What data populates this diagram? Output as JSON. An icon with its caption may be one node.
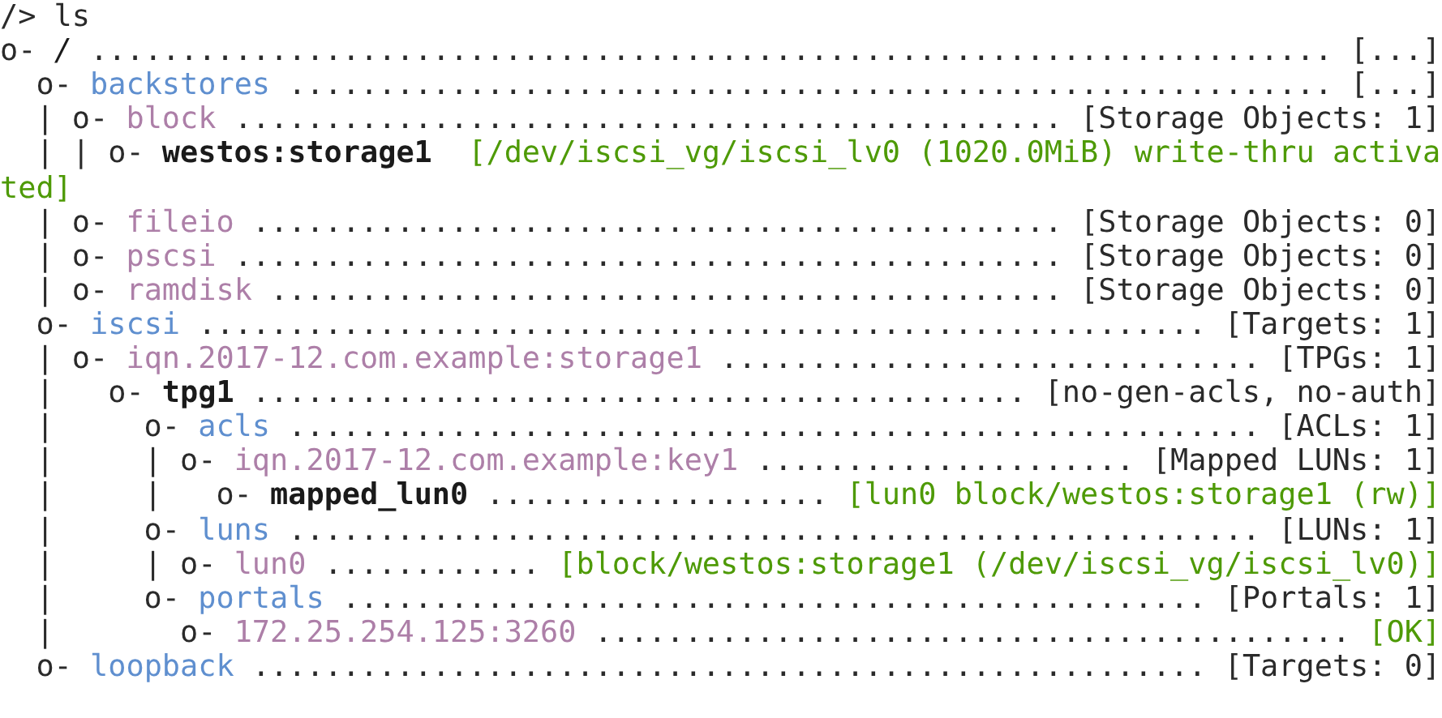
{
  "diagram": {
    "labels": [
      "/> ls",
      "o- / ..................................................................... [...]",
      "o- backstores .......................................................... [...]",
      "| o- block .............................................. [Storage Objects: 1]",
      "| | o- westos:storage1  [/dev/iscsi_vg/iscsi_lv0 (1020.0MiB) write-thru activa",
      "ted]",
      "| o- fileio ............................................. [Storage Objects: 0]",
      "| o- pscsi .............................................. [Storage Objects: 0]",
      "| o- ramdisk ............................................ [Storage Objects: 0]",
      "o- iscsi ........................................................ [Targets: 1]",
      "| o- iqn.2017-12.com.example:storage1 .............................. [TPGs: 1]",
      "|   o- tpg1 ........................................... [no-gen-acls, no-auth]",
      "|     o- acls ...................................................... [ACLs: 1]",
      "|     | o- iqn.2017-12.com.example:key1 ..................... [Mapped LUNs: 1]",
      "|     |   o- mapped_lun0 ................... [lun0 block/westos:storage1 (rw)]",
      "|     o- luns ...................................................... [LUNs: 1]",
      "|     | o- lun0 ............ [block/westos:storage1 (/dev/iscsi_vg/iscsi_lv0)]",
      "|     o- portals ................................................ [Portals: 1]",
      "|       o- 172.25.254.125:3260 .......................................... [OK]",
      "o- loopback ..................................................... [Targets: 0]"
    ]
  }
}
